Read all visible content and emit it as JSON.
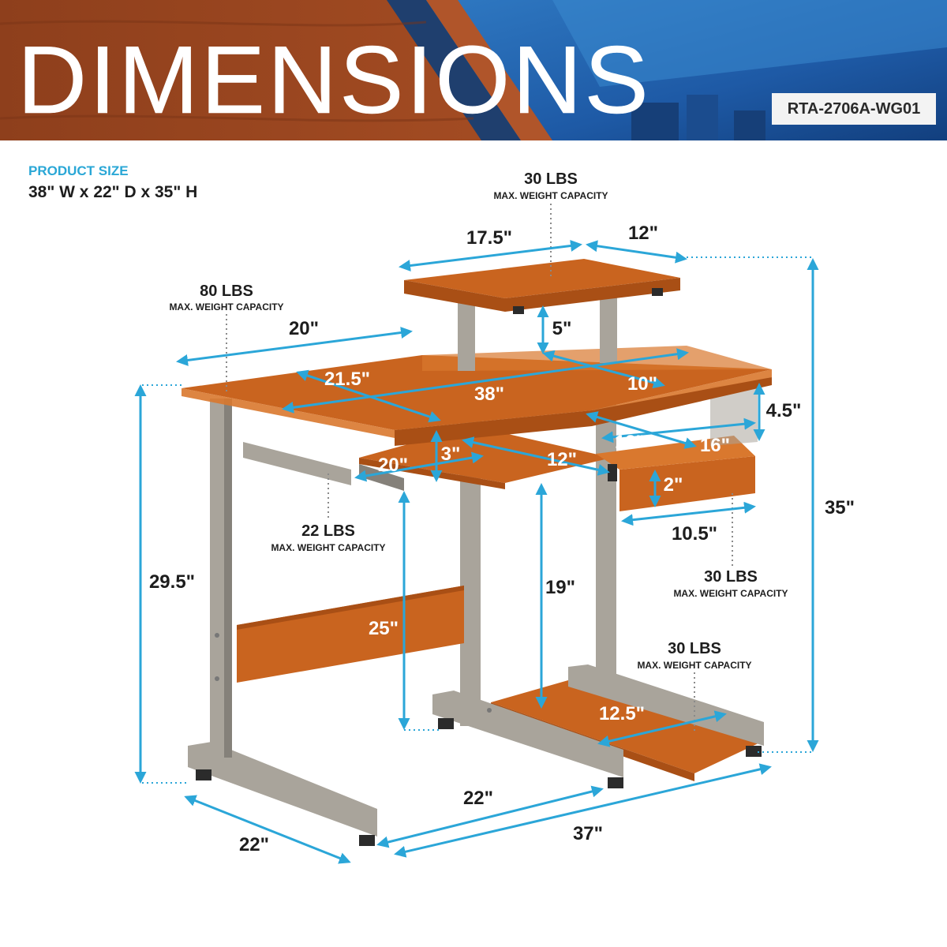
{
  "header": {
    "title": "DIMENSIONS",
    "model": "RTA-2706A-WG01"
  },
  "product_size": {
    "label": "PRODUCT SIZE",
    "value": "38\" W x 22\" D x 35\" H"
  },
  "capacities": {
    "top_shelf": {
      "weight": "30 LBS",
      "note": "MAX. WEIGHT CAPACITY"
    },
    "desktop": {
      "weight": "80 LBS",
      "note": "MAX. WEIGHT CAPACITY"
    },
    "keyboard_tray": {
      "weight": "22 LBS",
      "note": "MAX. WEIGHT CAPACITY"
    },
    "drawer": {
      "weight": "30 LBS",
      "note": "MAX. WEIGHT CAPACITY"
    },
    "bottom_shelf": {
      "weight": "30 LBS",
      "note": "MAX. WEIGHT CAPACITY"
    }
  },
  "dimensions": {
    "shelf_width": "17.5\"",
    "shelf_depth": "12\"",
    "shelf_height": "5\"",
    "desk_depth_top": "20\"",
    "desk_depth": "21.5\"",
    "desk_width": "38\"",
    "riser_depth": "10\"",
    "drawer_gap": "4.5\"",
    "tray_width": "20\"",
    "tray_height": "3\"",
    "tray_depth": "12\"",
    "drawer_depth": "12\"",
    "drawer_width": "16\"",
    "drawer_height": "2\"",
    "drawer_front": "10.5\"",
    "desk_height": "29.5\"",
    "total_height": "35\"",
    "tray_clearance": "25\"",
    "bottom_clearance": "19\"",
    "bottom_shelf_depth": "12.5\"",
    "base_depth_left": "22\"",
    "base_depth_right": "22\"",
    "base_width": "37\""
  }
}
